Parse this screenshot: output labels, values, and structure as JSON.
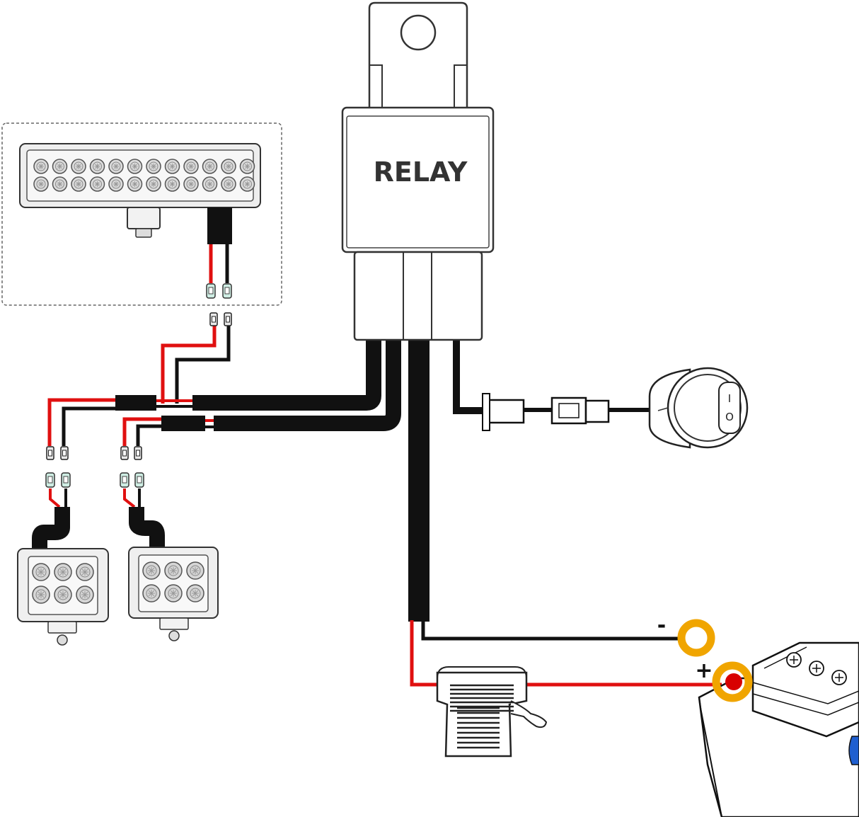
{
  "relay": {
    "label": "RELAY"
  },
  "battery": {
    "negative_label": "-",
    "positive_label": "+"
  },
  "switch": {
    "on_mark": "I",
    "off_mark": "O"
  },
  "colors": {
    "positive_wire": "#e01010",
    "negative_wire": "#111111",
    "ring_terminal": "#f0a500",
    "terminal_post": "#d80000",
    "connector_fill": "#cfeee4",
    "battery_blue": "#1f5fd0"
  },
  "icons": [
    "led-light-bar-icon",
    "pod-light-icon",
    "relay-icon",
    "rocker-switch-icon",
    "fuse-holder-icon",
    "battery-icon",
    "ring-terminal-icon"
  ]
}
